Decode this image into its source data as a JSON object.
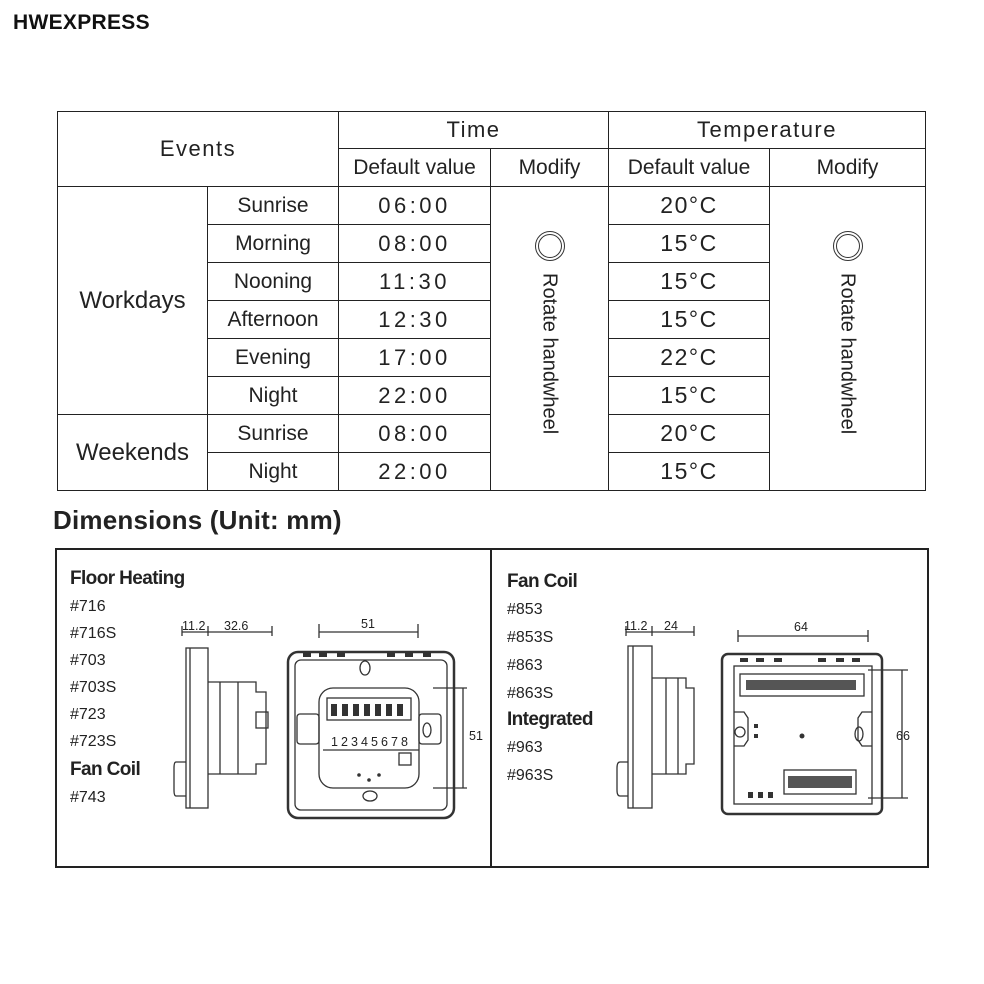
{
  "brand": "HWEXPRESS",
  "schedule": {
    "events_header": "Events",
    "time_header": "Time",
    "temperature_header": "Temperature",
    "default_value_label": "Default value",
    "modify_label": "Modify",
    "rotate_label": "Rotate handwheel",
    "groups": [
      "Workdays",
      "Weekends"
    ],
    "rows": [
      {
        "event": "Sunrise",
        "time": "06:00",
        "temp": "20°C"
      },
      {
        "event": "Morning",
        "time": "08:00",
        "temp": "15°C"
      },
      {
        "event": "Nooning",
        "time": "11:30",
        "temp": "15°C"
      },
      {
        "event": "Afternoon",
        "time": "12:30",
        "temp": "15°C"
      },
      {
        "event": "Evening",
        "time": "17:00",
        "temp": "22°C"
      },
      {
        "event": "Night",
        "time": "22:00",
        "temp": "15°C"
      },
      {
        "event": "Sunrise",
        "time": "08:00",
        "temp": "20°C"
      },
      {
        "event": "Night",
        "time": "22:00",
        "temp": "15°C"
      }
    ]
  },
  "dimensions": {
    "title": "Dimensions (Unit: mm)",
    "left": {
      "categories": [
        {
          "name": "Floor Heating",
          "models": [
            "#716",
            "#716S",
            "#703",
            "#703S",
            "#723",
            "#723S"
          ]
        },
        {
          "name": "Fan Coil",
          "models": [
            "#743"
          ]
        }
      ],
      "side_dims": [
        "11.2",
        "32.6"
      ],
      "front_width": "51",
      "front_height": "51",
      "terminal_numbers": [
        "1",
        "2",
        "3",
        "4",
        "5",
        "6",
        "7",
        "8"
      ]
    },
    "right": {
      "categories": [
        {
          "name": "Fan Coil",
          "models": [
            "#853",
            "#853S",
            "#863",
            "#863S"
          ]
        },
        {
          "name": "Integrated",
          "models": [
            "#963",
            "#963S"
          ]
        }
      ],
      "side_dims": [
        "11.2",
        "24"
      ],
      "front_width": "64",
      "front_height": "66"
    }
  }
}
